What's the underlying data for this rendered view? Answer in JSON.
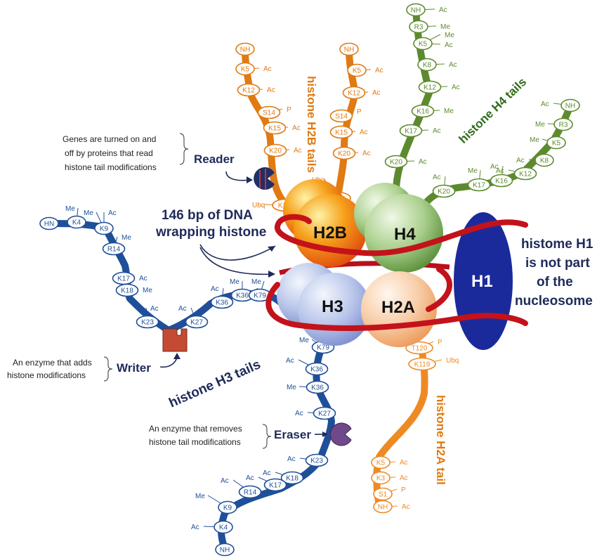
{
  "colors": {
    "h3_blue": "#1f4f99",
    "h2b_orange": "#e07a12",
    "h4_green": "#5d8a2e",
    "h2a_orange": "#ee8a24",
    "dna_red": "#c4121a",
    "h1_navy": "#1b2a9a",
    "label_navy": "#1f2a5a"
  },
  "core": {
    "h2b": "H2B",
    "h4": "H4",
    "h3": "H3",
    "h2a": "H2A",
    "h1": "H1"
  },
  "labels": {
    "dna_line1": "146 bp of DNA",
    "dna_line2": "wrapping histone",
    "h1_line1": "histome H1",
    "h1_line2": "is not part",
    "h1_line3": "of the",
    "h1_line4": "nucleosome",
    "h2b_tails": "histone H2B tails",
    "h4_tails": "histone H4 tails",
    "h3_tails": "histone H3 tails",
    "h2a_tail": "histone H2A tail"
  },
  "roles": {
    "reader": "Reader",
    "writer": "Writer",
    "eraser": "Eraser",
    "reader_note": [
      "Genes are turned on and",
      "off by proteins that read",
      "histone tail modifications"
    ],
    "writer_note": [
      "An enzyme that adds",
      "histone modifications"
    ],
    "eraser_note": [
      "An enzyme that removes",
      "histone tail modifications"
    ]
  },
  "tails": {
    "h2b_left": {
      "residues": [
        "NH",
        "K5",
        "K12",
        "S14",
        "K15",
        "K20",
        "K112"
      ],
      "mods": [
        "Ac",
        "Ac",
        "P",
        "Ac",
        "Ac",
        "Ubq"
      ]
    },
    "h2b_right": {
      "residues": [
        "NH",
        "K5",
        "K12",
        "S14",
        "K15",
        "K20",
        "K112"
      ],
      "mods": [
        "Ac",
        "Ac",
        "P",
        "Ac",
        "Ac",
        "Ubq"
      ]
    },
    "h4_vertical": {
      "residues": [
        "NH",
        "R3",
        "K5",
        "K8",
        "K12",
        "K16",
        "K17",
        "K20"
      ],
      "mods": [
        "Ac",
        "Me",
        "Me",
        "Ac",
        "Ac",
        "Ac",
        "Me",
        "Ac",
        "Ac"
      ]
    },
    "h4_diagonal": {
      "residues": [
        "NH",
        "R3",
        "K5",
        "K8",
        "K12",
        "K16",
        "K17",
        "K20"
      ],
      "mods": [
        "Ac",
        "Me",
        "Me",
        "Ac",
        "Ac",
        "Ac",
        "Me",
        "Ac",
        "Ac"
      ]
    },
    "h3_upper": {
      "residues": [
        "HN",
        "K4",
        "K9",
        "R14",
        "K17",
        "K18",
        "K23",
        "K27",
        "K36",
        "K36",
        "K79"
      ],
      "mods": [
        "Me",
        "Me",
        "Ac",
        "Me",
        "Ac",
        "Me",
        "Ac",
        "Ac",
        "Ac",
        "Me",
        "Ac",
        "Me"
      ]
    },
    "h3_lower": {
      "residues": [
        "K79",
        "K36",
        "K36",
        "K27",
        "K23",
        "K18",
        "K17",
        "R14",
        "K9",
        "K4",
        "NH"
      ],
      "mods": [
        "Me",
        "Ac",
        "Me",
        "Ac",
        "Ac",
        "Ac",
        "Ac",
        "Ac",
        "Me",
        "Ac",
        "Me"
      ]
    },
    "h2a": {
      "residues": [
        "T120",
        "K119",
        "K5",
        "K3",
        "S1",
        "NH"
      ],
      "mods": [
        "P",
        "Ubq",
        "Ac",
        "Ac",
        "P",
        "Ac"
      ]
    }
  }
}
